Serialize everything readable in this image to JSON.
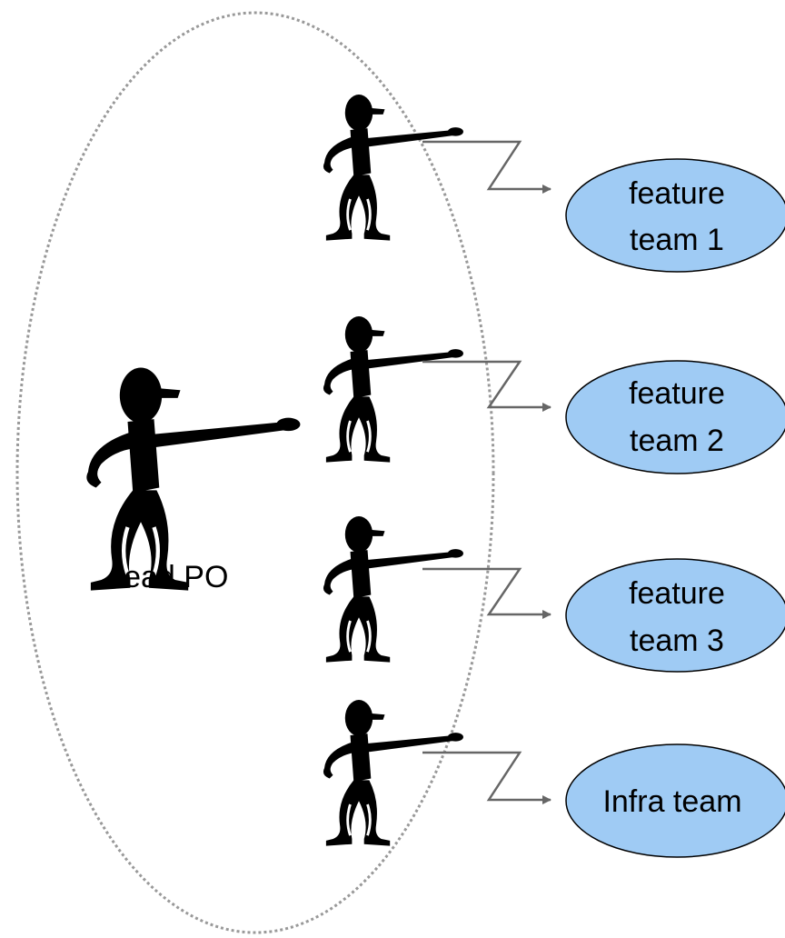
{
  "lead": {
    "label": "lead PO"
  },
  "teams": [
    {
      "label_lines": [
        "feature",
        "team 1"
      ]
    },
    {
      "label_lines": [
        "feature",
        "team 2"
      ]
    },
    {
      "label_lines": [
        "feature",
        "team 3"
      ]
    },
    {
      "label_lines": [
        "Infra team"
      ]
    }
  ],
  "colors": {
    "team_fill": "#9fcbf4",
    "team_stroke": "#000000",
    "connector": "#666666",
    "group_outline": "#999999",
    "figure": "#000000"
  }
}
